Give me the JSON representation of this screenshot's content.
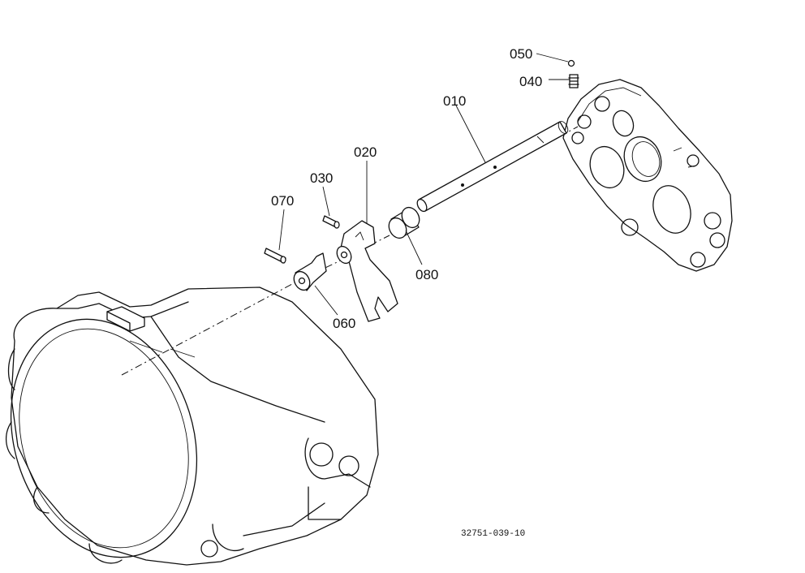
{
  "callouts": {
    "p010": "010",
    "p020": "020",
    "p030": "030",
    "p040": "040",
    "p050": "050",
    "p060": "060",
    "p070": "070",
    "p080": "080"
  },
  "drawing_code": "32751-039-10"
}
